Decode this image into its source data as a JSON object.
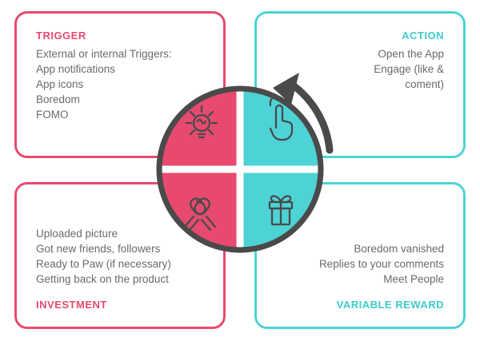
{
  "diagram": {
    "name": "hook-model-cycle",
    "colors": {
      "pink": "#E84A6F",
      "teal": "#4DD3D5",
      "dark_gray": "#4A4A4A",
      "body_text": "#6A6A6A"
    },
    "quadrants": {
      "trigger": {
        "title": "TRIGGER",
        "lines": [
          "External or internal Triggers:",
          "App notifications",
          "App icons",
          "Boredom",
          "FOMO"
        ],
        "icon": "lightbulb-icon"
      },
      "action": {
        "title": "ACTION",
        "lines": [
          "Open the App",
          "Engage (like &",
          "coment)"
        ],
        "icon": "tap-finger-icon"
      },
      "investment": {
        "title": "INVESTMENT",
        "lines": [
          "Uploaded picture",
          "Got new friends, followers",
          "Ready to Paw (if necessary)",
          "Getting back on the product"
        ],
        "icon": "handshake-icon"
      },
      "variable_reward": {
        "title": "VARIABLE REWARD",
        "lines": [
          "Boredom vanished",
          "Replies to your comments",
          "Meet People"
        ],
        "icon": "gift-icon"
      }
    },
    "cycle_arrow": "curved-cycle-arrow"
  }
}
